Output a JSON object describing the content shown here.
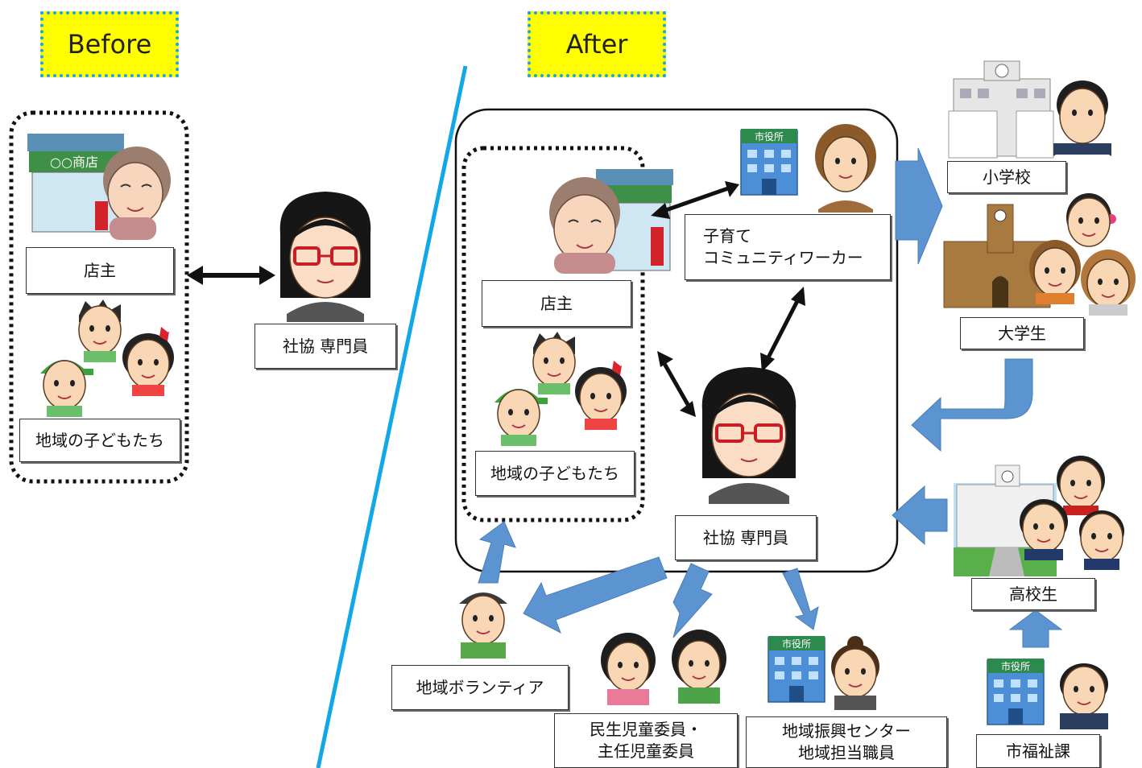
{
  "before": {
    "tag": "Before",
    "shop_owner": "店主",
    "children": "地域の子どもたち",
    "specialist": "社協 専門員"
  },
  "after": {
    "tag": "After",
    "shop_owner": "店主",
    "children": "地域の子どもたち",
    "specialist": "社協 専門員",
    "childcare_worker": "子育て\nコミュニティワーカー",
    "elementary_school": "小学校",
    "university_students": "大学生",
    "high_school_students": "高校生",
    "city_welfare_division": "市福祉課",
    "local_volunteer": "地域ボランティア",
    "welfare_commissioners": "民生児童委員・\n主任児童委員",
    "community_center_staff": "地域振興センター\n地域担当職員"
  },
  "colors": {
    "tag_bg": "#ffff00",
    "tag_border": "#1aa3e8",
    "divider": "#12a8e8",
    "flow_arrow": "#5b94d0"
  }
}
